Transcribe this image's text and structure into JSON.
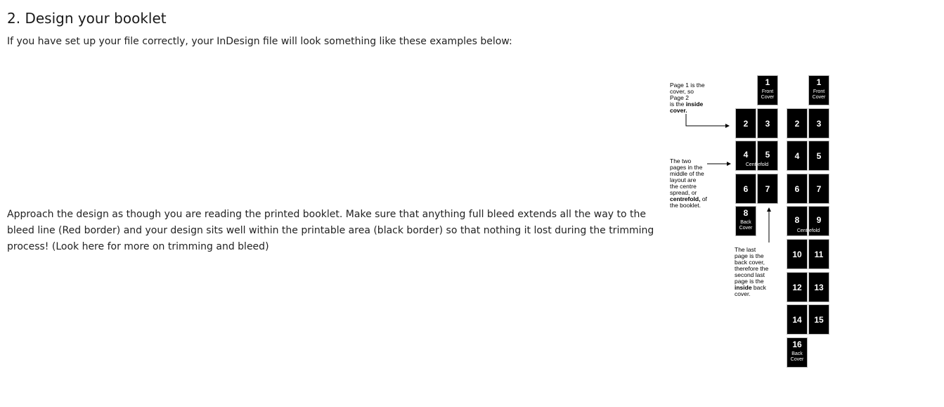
{
  "heading": "2. Design your booklet",
  "intro": "If you have set up your file correctly, your InDesign file will look something like these examples below:",
  "body": {
    "part1": "Approach the design as though you are reading the printed booklet. Make sure that anything full bleed extends all the way to the bleed line (Red border) and your design sits well within the printable area (black border) so that nothing it lost during the trimming process! (",
    "link": "Look here for more on trimming and bleed",
    "part2": ")"
  },
  "diagram": {
    "note_cover": {
      "line1": "Page 1 is the",
      "line2": "cover, so",
      "line3": "Page 2",
      "line4a": "is the ",
      "line4b": "inside",
      "line5": "cover."
    },
    "note_centre": {
      "line1": "The two",
      "line2": "pages in the",
      "line3": "middle of the",
      "line4": "layout are",
      "line5": "the centre",
      "line6": "spread, or",
      "line7a": "centrefold,",
      "line7b": " of",
      "line8": "the booklet."
    },
    "note_back": {
      "line1": "The last",
      "line2": "page is the",
      "line3": "back cover,",
      "line4": "therefore the",
      "line5": "second last",
      "line6": "page is the",
      "line7a": "inside",
      "line7b": " back",
      "line8": "cover."
    },
    "front_cover_label": "Front Cover",
    "back_cover_label": "Back Cover",
    "centrefold_label": "Centrefold",
    "booklet_a": [
      "1",
      "2",
      "3",
      "4",
      "5",
      "6",
      "7",
      "8"
    ],
    "booklet_b": [
      "1",
      "2",
      "3",
      "4",
      "5",
      "6",
      "7",
      "8",
      "9",
      "10",
      "11",
      "12",
      "13",
      "14",
      "15",
      "16"
    ]
  }
}
